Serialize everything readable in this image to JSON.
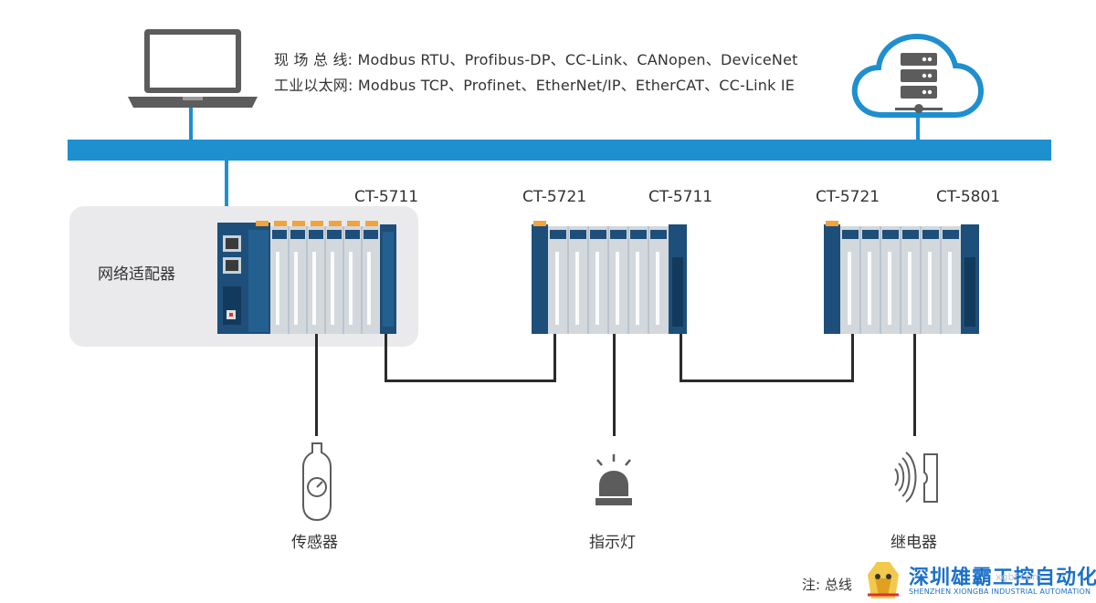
{
  "header": {
    "fieldbus_line": "现 场 总 线: Modbus RTU、Profibus-DP、CC-Link、CANopen、DeviceNet",
    "ethernet_line": "工业以太网: Modbus TCP、Profinet、EtherNet/IP、EtherCAT、CC-Link IE"
  },
  "adapter": {
    "label": "网络适配器"
  },
  "modules": {
    "m1": "CT-5711",
    "m2": "CT-5721",
    "m3": "CT-5711",
    "m4": "CT-5721",
    "m5": "CT-5801"
  },
  "devices": {
    "sensor": "传感器",
    "indicator": "指示灯",
    "relay": "继电器"
  },
  "footer": {
    "note": "注: 总线",
    "logo_cn": "深圳雄霸工控自动化",
    "logo_en": "SHENZHEN XIONGBA INDUSTRIAL AUTOMATION",
    "watermark": "xgbf.com"
  },
  "colors": {
    "bus": "#1e8fcf",
    "module_body": "#1d4f7a",
    "module_grey": "#d3d8dd",
    "wire": "#2b2b2b",
    "terminal_orange": "#f2a33a"
  },
  "icons": {
    "pc": "laptop-icon",
    "cloud": "cloud-server-icon",
    "sensor": "sensor-icon",
    "indicator": "beacon-light-icon",
    "relay": "relay-icon"
  }
}
